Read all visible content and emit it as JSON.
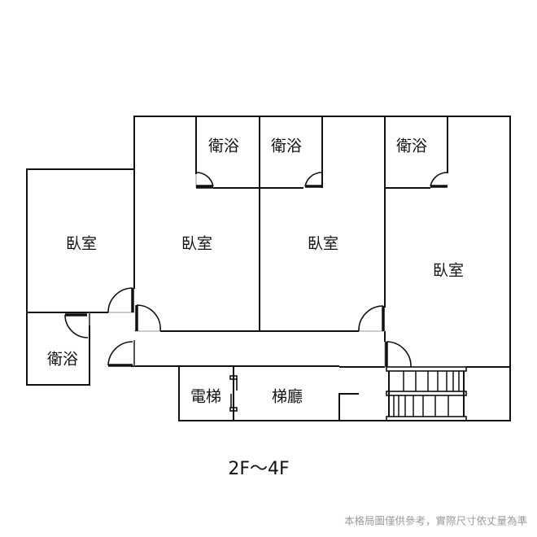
{
  "rooms": {
    "bath_1": "衛浴",
    "bath_2": "衛浴",
    "bath_3": "衛浴",
    "bath_4": "衛浴",
    "bed_1": "臥室",
    "bed_2": "臥室",
    "bed_3": "臥室",
    "bed_4": "臥室",
    "elevator": "電梯",
    "lobby": "梯廳"
  },
  "floor_label": "2F～4F",
  "disclaimer": "本格局圖僅供參考，實際尺寸依丈量為準"
}
